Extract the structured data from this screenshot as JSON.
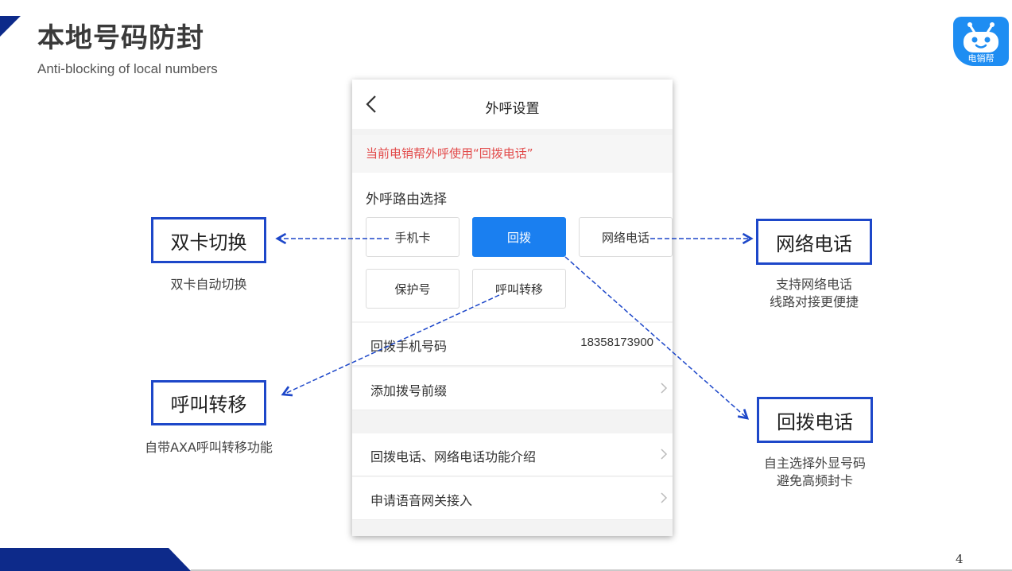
{
  "slide": {
    "title": "本地号码防封",
    "subtitle": "Anti-blocking of local numbers",
    "page_number": "4",
    "logo_text": "电销帮"
  },
  "phone": {
    "title": "外呼设置",
    "notice": "当前电销帮外呼使用“回拨电话”",
    "route_label": "外呼路由选择",
    "options": [
      {
        "label": "手机卡",
        "active": false
      },
      {
        "label": "回拨",
        "active": true
      },
      {
        "label": "网络电话",
        "active": false
      },
      {
        "label": "保护号",
        "active": false
      },
      {
        "label": "呼叫转移",
        "active": false
      }
    ],
    "rows": [
      {
        "label": "回拨手机号码",
        "value": "18358173900"
      },
      {
        "label": "添加拨号前缀"
      },
      {
        "label": "回拨电话、网络电话功能介绍"
      },
      {
        "label": "申请语音网关接入"
      }
    ]
  },
  "callouts": {
    "dual_card": {
      "title": "双卡切换",
      "caption": "双卡自动切换"
    },
    "call_forward": {
      "title": "呼叫转移",
      "caption": "自带AXA呼叫转移功能"
    },
    "network_call": {
      "title": "网络电话",
      "caption_line1": "支持网络电话",
      "caption_line2": "线路对接更便捷"
    },
    "callback": {
      "title": "回拨电话",
      "caption_line1": "自主选择外显号码",
      "caption_line2": "避免高频封卡"
    }
  },
  "colors": {
    "brand_blue": "#0d2a8a",
    "callout_border": "#1d47c9",
    "active_option": "#1a7ff0",
    "notice_red": "#e24b4b",
    "logo_blue": "#1e8df2"
  },
  "icons": [
    "back-arrow-icon",
    "chevron-right-icon",
    "robot-logo-icon"
  ]
}
